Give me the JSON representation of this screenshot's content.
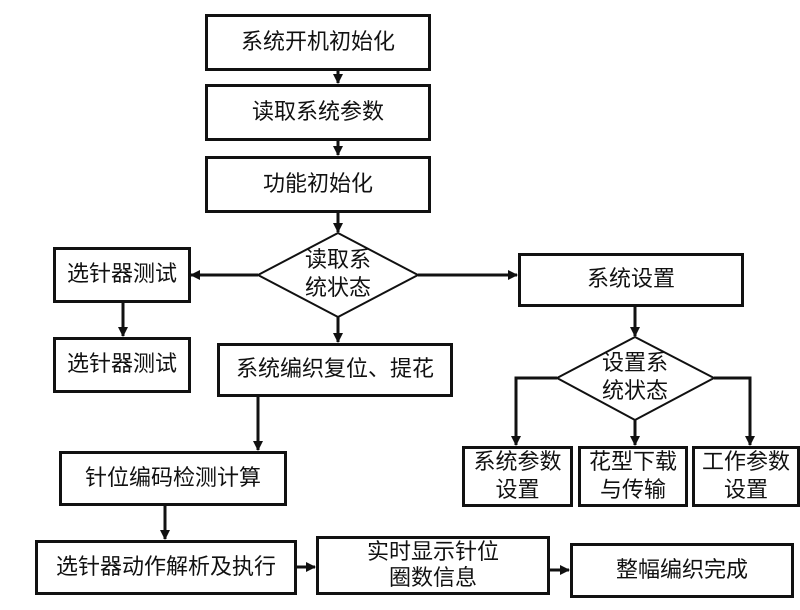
{
  "diagram": {
    "nodes": {
      "n1": {
        "label": "系统开机初始化",
        "shape": "rect"
      },
      "n2": {
        "label": "读取系统参数",
        "shape": "rect"
      },
      "n3": {
        "label": "功能初始化",
        "shape": "rect"
      },
      "d1": {
        "label": "读取系\n统状态",
        "shape": "diamond"
      },
      "n4": {
        "label": "选针器测试",
        "shape": "rect"
      },
      "n5": {
        "label": "选针器测试",
        "shape": "rect"
      },
      "n6": {
        "label": "系统编织复位、提花",
        "shape": "rect"
      },
      "n7": {
        "label": "系统设置",
        "shape": "rect"
      },
      "d2": {
        "label": "设置系\n统状态",
        "shape": "diamond"
      },
      "n8": {
        "label": "系统参数\n设置",
        "shape": "rect"
      },
      "n9": {
        "label": "花型下载\n与传输",
        "shape": "rect"
      },
      "n10": {
        "label": "工作参数\n设置",
        "shape": "rect"
      },
      "n11": {
        "label": "针位编码检测计算",
        "shape": "rect"
      },
      "n12": {
        "label": "选针器动作解析及执行",
        "shape": "rect"
      },
      "n13": {
        "label": "实时显示针位\n圈数信息",
        "shape": "rect"
      },
      "n14": {
        "label": "整幅编织完成",
        "shape": "rect"
      }
    },
    "edges": [
      {
        "from": "n1",
        "to": "n2"
      },
      {
        "from": "n2",
        "to": "n3"
      },
      {
        "from": "n3",
        "to": "d1"
      },
      {
        "from": "d1",
        "to": "n4"
      },
      {
        "from": "d1",
        "to": "n7"
      },
      {
        "from": "d1",
        "to": "n6"
      },
      {
        "from": "n4",
        "to": "n5"
      },
      {
        "from": "n6",
        "to": "n11"
      },
      {
        "from": "n11",
        "to": "n12"
      },
      {
        "from": "n12",
        "to": "n13"
      },
      {
        "from": "n13",
        "to": "n14"
      },
      {
        "from": "n7",
        "to": "d2"
      },
      {
        "from": "d2",
        "to": "n8"
      },
      {
        "from": "d2",
        "to": "n9"
      },
      {
        "from": "d2",
        "to": "n10"
      }
    ],
    "colors": {
      "stroke": "#111111",
      "background": "#ffffff"
    }
  }
}
